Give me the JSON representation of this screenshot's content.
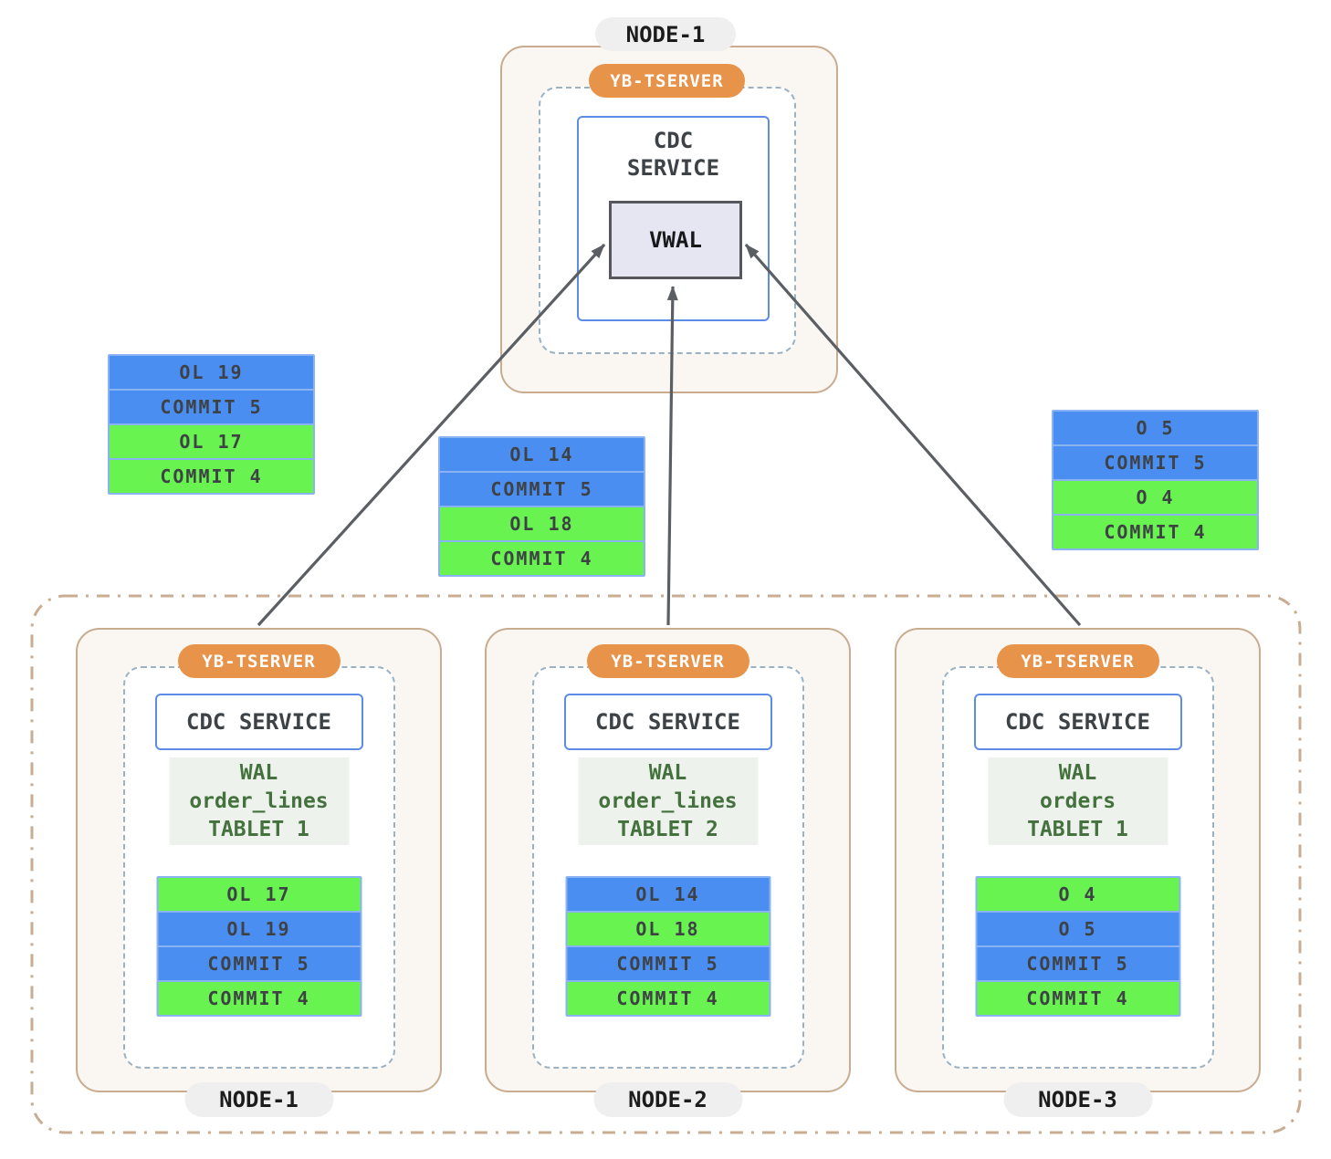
{
  "colors": {
    "blue_row": "#4b8ef2",
    "green_row": "#68f351",
    "row_border": "#8ab3f3",
    "orange_pill": "#e8934a",
    "tan_border": "#c9ab8f",
    "dashdot_border": "#c9ad92",
    "dashed_border": "#9cb1c2",
    "cdc_border": "#5c8ce6",
    "vwal_bg": "#e6e5f2",
    "wal_bg": "#edf3ec",
    "wal_text": "#44713d",
    "arrow": "#5b5f63",
    "node_pill_bg": "#f0efef"
  },
  "top_node": {
    "title": "NODE-1",
    "tserver_label": "YB-TSERVER",
    "cdc_line1": "CDC",
    "cdc_line2": "SERVICE",
    "vwal_label": "VWAL"
  },
  "floating_stacks": [
    {
      "position": "left",
      "rows": [
        {
          "label": "OL 19",
          "color": "blue"
        },
        {
          "label": "COMMIT 5",
          "color": "blue"
        },
        {
          "label": "OL 17",
          "color": "green"
        },
        {
          "label": "COMMIT 4",
          "color": "green"
        }
      ]
    },
    {
      "position": "middle",
      "rows": [
        {
          "label": "OL 14",
          "color": "blue"
        },
        {
          "label": "COMMIT 5",
          "color": "blue"
        },
        {
          "label": "OL 18",
          "color": "green"
        },
        {
          "label": "COMMIT 4",
          "color": "green"
        }
      ]
    },
    {
      "position": "right",
      "rows": [
        {
          "label": "O 5",
          "color": "blue"
        },
        {
          "label": "COMMIT 5",
          "color": "blue"
        },
        {
          "label": "O 4",
          "color": "green"
        },
        {
          "label": "COMMIT 4",
          "color": "green"
        }
      ]
    }
  ],
  "bottom_nodes": [
    {
      "title": "NODE-1",
      "tserver_label": "YB-TSERVER",
      "cdc_label": "CDC SERVICE",
      "wal_lines": [
        "WAL",
        "order_lines",
        "TABLET 1"
      ],
      "rows": [
        {
          "label": "OL 17",
          "color": "green"
        },
        {
          "label": "OL 19",
          "color": "blue"
        },
        {
          "label": "COMMIT 5",
          "color": "blue"
        },
        {
          "label": "COMMIT 4",
          "color": "green"
        }
      ]
    },
    {
      "title": "NODE-2",
      "tserver_label": "YB-TSERVER",
      "cdc_label": "CDC SERVICE",
      "wal_lines": [
        "WAL",
        "order_lines",
        "TABLET 2"
      ],
      "rows": [
        {
          "label": "OL 14",
          "color": "blue"
        },
        {
          "label": "OL 18",
          "color": "green"
        },
        {
          "label": "COMMIT 5",
          "color": "blue"
        },
        {
          "label": "COMMIT 4",
          "color": "green"
        }
      ]
    },
    {
      "title": "NODE-3",
      "tserver_label": "YB-TSERVER",
      "cdc_label": "CDC SERVICE",
      "wal_lines": [
        "WAL",
        "orders",
        "TABLET 1"
      ],
      "rows": [
        {
          "label": "O 4",
          "color": "green"
        },
        {
          "label": "O 5",
          "color": "blue"
        },
        {
          "label": "COMMIT 5",
          "color": "blue"
        },
        {
          "label": "COMMIT 4",
          "color": "green"
        }
      ]
    }
  ]
}
